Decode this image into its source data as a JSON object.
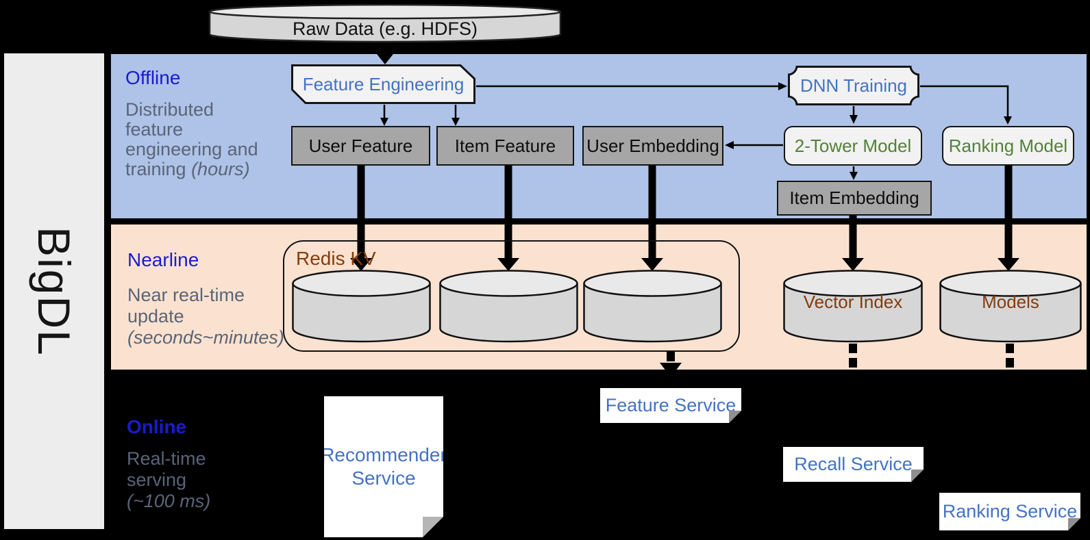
{
  "brand": {
    "label": "BigDL"
  },
  "raw_data": {
    "label": "Raw Data (e.g. HDFS)"
  },
  "sections": {
    "offline": {
      "title": "Offline",
      "line1": "Distributed",
      "line2": "feature",
      "line3": "engineering and",
      "line4_normal": "training ",
      "line4_italic": "(hours)"
    },
    "nearline": {
      "title": "Nearline",
      "line1": "Near real-time",
      "line2": "update",
      "line3_italic": "(seconds~minutes)"
    },
    "online": {
      "title": "Online",
      "line1": "Real-time",
      "line2": "serving",
      "line3_italic": "(~100 ms)"
    }
  },
  "offline_boxes": {
    "feature_engineering": "Feature Engineering",
    "dnn_training": "DNN Training",
    "user_feature": "User Feature",
    "item_feature": "Item Feature",
    "user_embedding": "User Embedding",
    "two_tower_model": "2-Tower Model",
    "ranking_model": "Ranking Model",
    "item_embedding": "Item Embedding"
  },
  "nearline_store": {
    "group_label": "Redis KV",
    "vector_index": "Vector Index",
    "models": "Models"
  },
  "services": {
    "recommender_line1": "Recommender",
    "recommender_line2": "Service",
    "feature": "Feature Service",
    "recall": "Recall Service",
    "ranking": "Ranking Service"
  },
  "colors": {
    "offline_band": "#aec3e7",
    "nearline_band": "#fbe2d0",
    "sidebar_bg": "#ededed",
    "section_title_blue": "#1b1bd0",
    "desc_gray": "#5a6478",
    "box_text_blue": "#4472c4",
    "model_text_green": "#538135",
    "store_text_brown": "#843c0c",
    "gray_box_fill": "#a6a6a6",
    "light_box_fill": "#f2f2f2",
    "cylinder_fill": "#d6d6d6",
    "cylinder_top_fill": "#e9e9e9",
    "service_text_blue": "#4472c4"
  }
}
